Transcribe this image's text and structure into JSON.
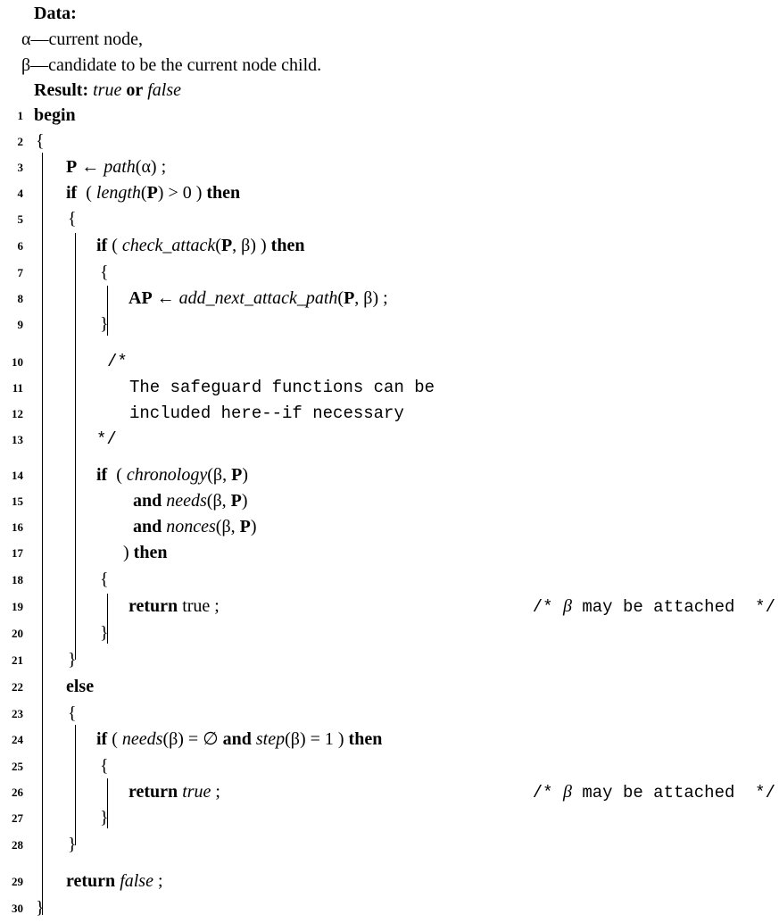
{
  "header": {
    "data_label": "Data:",
    "alpha_line": "α—current node,",
    "beta_line": "β—candidate to be the current node child.",
    "result_label": "Result:",
    "result_true": "true",
    "result_or": "or",
    "result_false": "false"
  },
  "line_numbers": [
    "1",
    "2",
    "3",
    "4",
    "5",
    "6",
    "7",
    "8",
    "9",
    "10",
    "11",
    "12",
    "13",
    "14",
    "15",
    "16",
    "17",
    "18",
    "19",
    "20",
    "21",
    "22",
    "23",
    "24",
    "25",
    "26",
    "27",
    "28",
    "29",
    "30"
  ],
  "code": {
    "l1": "begin",
    "l2": "{",
    "l3_var": "P",
    "l3_arrow": " ← ",
    "l3_fn": "path",
    "l3_args": "(α) ;",
    "l4_if": "if",
    "l4_open": "  ( ",
    "l4_fn": "length",
    "l4_arg_open": "(",
    "l4_arg": "P",
    "l4_rest": ") > 0 ) ",
    "l4_then": "then",
    "l5": "{",
    "l6_if": "if",
    "l6_open": " ( ",
    "l6_fn": "check_attack",
    "l6_paren": "(",
    "l6_P": "P",
    "l6_rest": ", β) ) ",
    "l6_then": "then",
    "l7": "{",
    "l8_var": "AP",
    "l8_arrow": " ← ",
    "l8_fn": "add_next_attack_path",
    "l8_paren": "(",
    "l8_P": "P",
    "l8_rest": ", β) ;",
    "l9": "}",
    "l10": "/*",
    "l11": "The safeguard functions can be",
    "l12": "included here--if necessary",
    "l13": "*/",
    "l14_if": "if",
    "l14_open": "  ( ",
    "l14_fn": "chronology",
    "l14_paren": "(β, ",
    "l14_P": "P",
    "l14_close": ")",
    "l15_and": "and",
    "l15_fn": " needs",
    "l15_paren": "(β, ",
    "l15_P": "P",
    "l15_close": ")",
    "l16_and": "and",
    "l16_fn": " nonces",
    "l16_paren": "(β, ",
    "l16_P": "P",
    "l16_close": ")",
    "l17_close": ") ",
    "l17_then": "then",
    "l18": "{",
    "l19_return": "return",
    "l19_val": " true ;",
    "l19_comment_open": "/* ",
    "l19_comment_beta": "β",
    "l19_comment_text": " may be attached  */",
    "l20": "}",
    "l21": "}",
    "l22": "else",
    "l23": "{",
    "l24_if": "if",
    "l24_open": " ( ",
    "l24_fn": "needs",
    "l24_mid": "(β) = ∅ ",
    "l24_and": "and",
    "l24_fn2": " step",
    "l24_rest": "(β) = 1 ) ",
    "l24_then": "then",
    "l25": "{",
    "l26_return": "return",
    "l26_val": " true",
    "l26_semi": " ;",
    "l26_comment_open": "/* ",
    "l26_comment_beta": "β",
    "l26_comment_text": " may be attached  */",
    "l27": "}",
    "l28": "}",
    "l29_return": "return",
    "l29_val": " false",
    "l29_semi": " ;",
    "l30": "}"
  }
}
